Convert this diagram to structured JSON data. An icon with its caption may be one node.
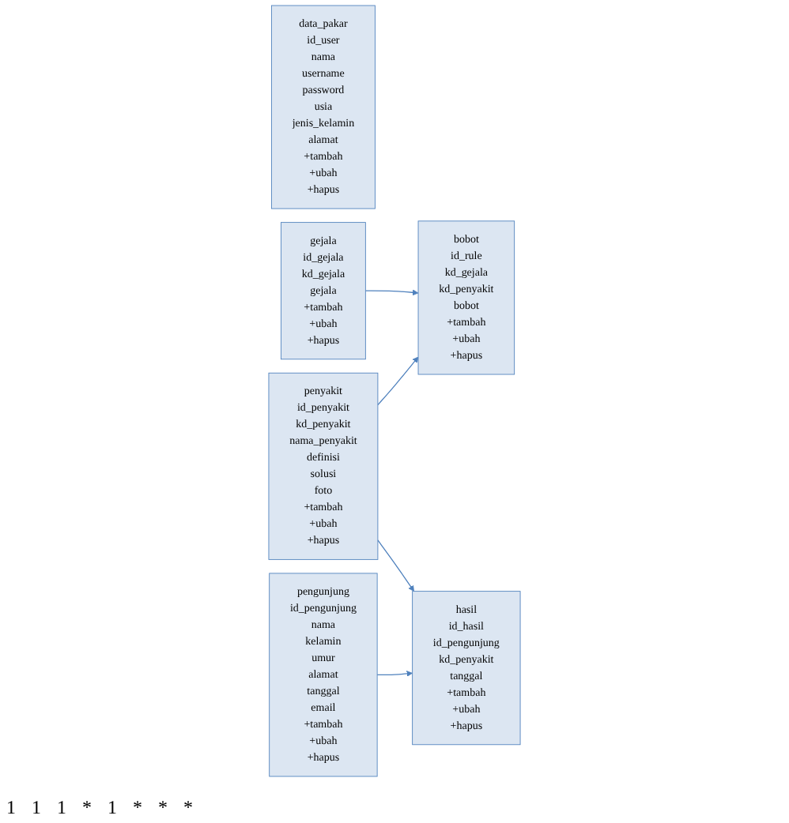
{
  "diagram": {
    "nodes": [
      {
        "text": [
          "data_pakar",
          "id_user",
          "nama",
          "username",
          "password",
          "usia",
          "jenis_kelamin",
          "alamat",
          "+tambah",
          "+ubah",
          "+hapus"
        ]
      },
      {
        "text": [
          "gejala",
          "id_gejala",
          "kd_gejala",
          "gejala",
          "+tambah",
          "+ubah",
          "+hapus"
        ]
      },
      {
        "text": [
          "penyakit",
          "id_penyakit",
          "kd_penyakit",
          "nama_penyakit",
          "definisi",
          "solusi",
          "foto",
          "+tambah",
          "+ubah",
          "+hapus"
        ]
      },
      {
        "text": [
          "pengunjung",
          "id_pengunjung",
          "nama",
          "kelamin",
          "umur",
          "alamat",
          "tanggal",
          "email",
          "+tambah",
          "+ubah",
          "+hapus"
        ]
      },
      {
        "text": [
          "hasil",
          "id_hasil",
          "id_pengunjung",
          "kd_penyakit",
          "tanggal",
          "+tambah",
          "+ubah",
          "+hapus"
        ]
      },
      {
        "text": [
          "bobot",
          "id_rule",
          "kd_gejala",
          "kd_penyakit",
          "bobot",
          "+tambah",
          "+ubah",
          "+hapus"
        ]
      }
    ],
    "edges": [
      {
        "from": 1,
        "to": 5,
        "arrow": "to"
      },
      {
        "from": 2,
        "to": 5,
        "arrow": "to"
      },
      {
        "from": 2,
        "to": 4,
        "arrow": "to"
      },
      {
        "from": 3,
        "to": 4,
        "arrow": "to"
      }
    ],
    "labels": [
      "1",
      "1",
      "1",
      "*",
      "1",
      "*",
      "*",
      "*"
    ]
  }
}
